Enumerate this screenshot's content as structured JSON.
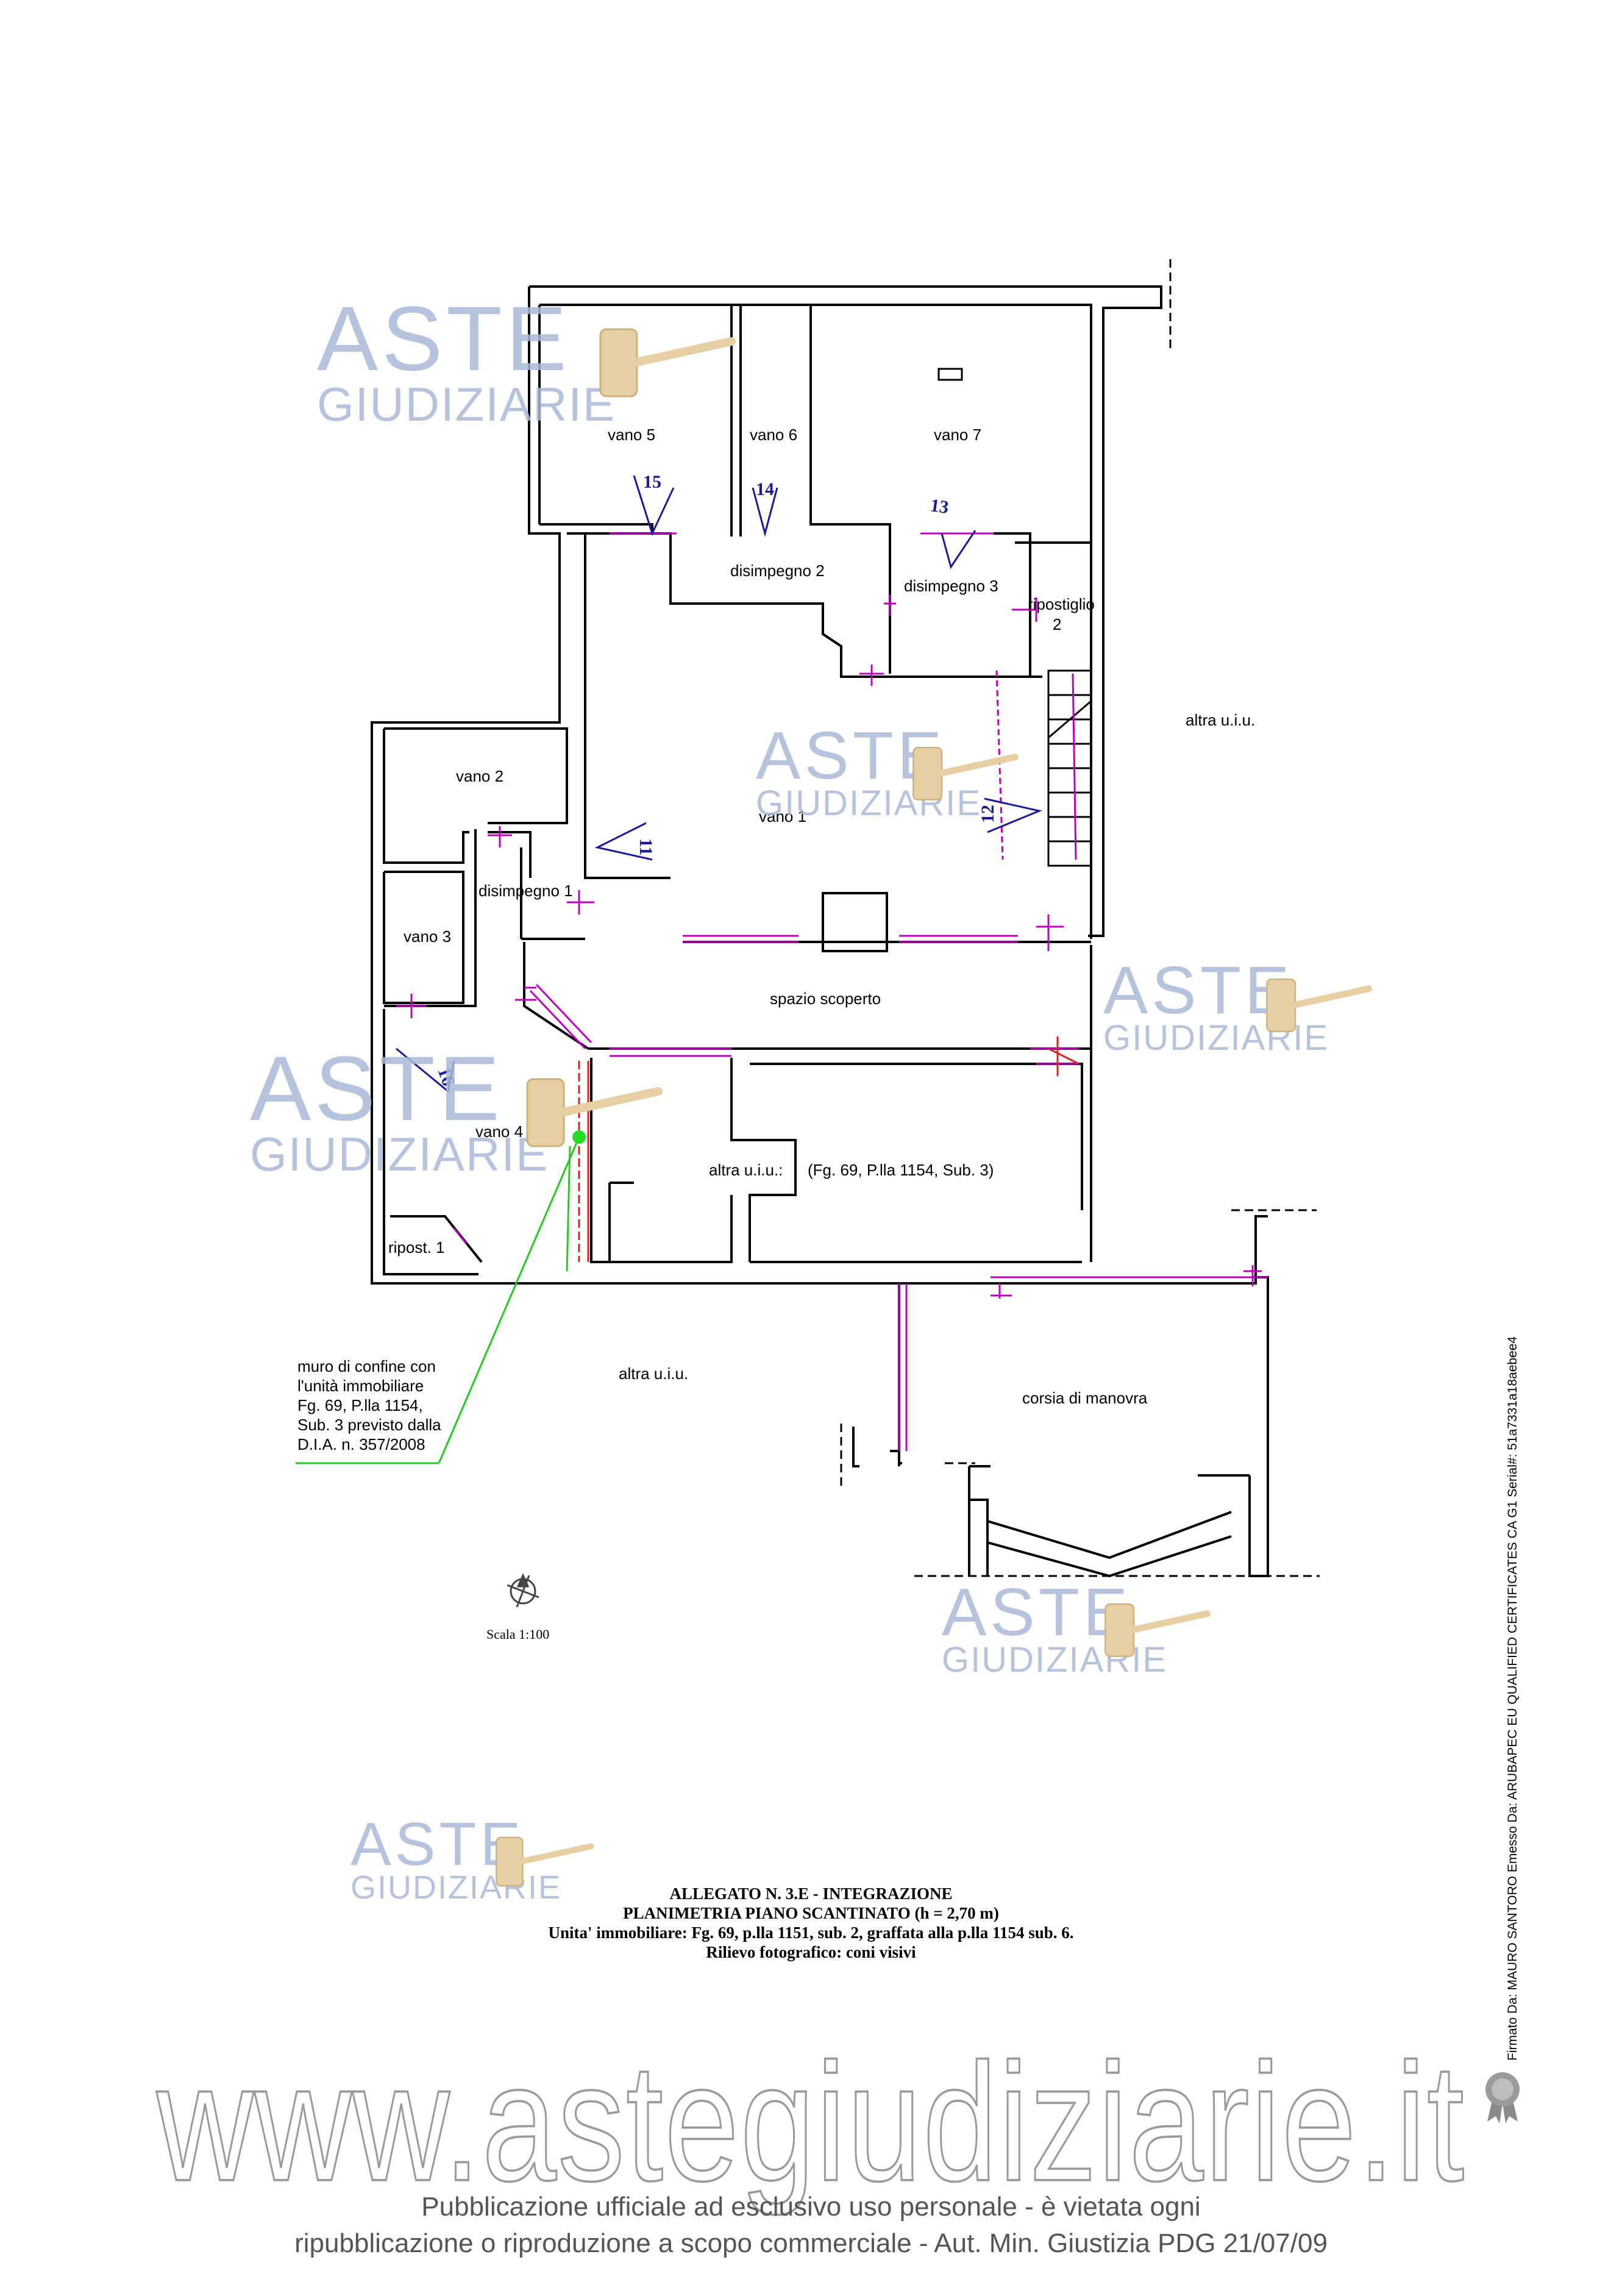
{
  "rooms": {
    "vano5": "vano 5",
    "vano6": "vano 6",
    "vano7": "vano 7",
    "disimpegno2": "disimpegno 2",
    "disimpegno3": "disimpegno 3",
    "ripostiglio2_line1": "ripostiglio",
    "ripostiglio2_line2": "2",
    "altra_uiu_right": "altra u.i.u.",
    "vano2": "vano 2",
    "vano1": "vano 1",
    "disimpegno1": "disimpegno 1",
    "vano3": "vano 3",
    "spazio_scoperto": "spazio scoperto",
    "vano4": "vano 4",
    "altra_uiu_inner": "altra u.i.u.:",
    "fg_sub3": "(Fg. 69, P.lla 1154, Sub. 3)",
    "ripost1": "ripost. 1",
    "altra_uiu_bottom": "altra u.i.u.",
    "corsia": "corsia di manovra"
  },
  "view_cones": [
    "15",
    "14",
    "13",
    "11",
    "12",
    "16"
  ],
  "note": {
    "line1": "muro di confine con",
    "line2": "l'unità immobiliare",
    "line3": "Fg. 69, P.lla 1154,",
    "line4": "Sub. 3 previsto dalla",
    "line5": "D.I.A. n. 357/2008"
  },
  "scale_label": "Scala 1:100",
  "title": {
    "line1": "ALLEGATO N. 3.E - INTEGRAZIONE",
    "line2": "PLANIMETRIA PIANO  SCANTINATO (h = 2,70 m)",
    "line3": "Unita' immobiliare: Fg. 69, p.lla 1151,  sub. 2, graffata alla p.lla 1154 sub. 6.",
    "line4": "Rilievo fotografico: coni visivi"
  },
  "watermark": {
    "line1": "ASTE",
    "line2": "GIUDIZIARIE"
  },
  "site_url": "www.astegiudiziarie.it",
  "disclaimer": {
    "line1": "Pubblicazione ufficiale ad esclusivo uso personale - è vietata ogni",
    "line2": "ripubblicazione o riproduzione a scopo commerciale - Aut. Min. Giustizia PDG 21/07/09"
  },
  "signature": "Firmato Da: MAURO SANTORO Emesso Da: ARUBAPEC EU QUALIFIED CERTIFICATES CA G1 Serial#: 51a7331a18aebee4",
  "colors": {
    "walls": "#000000",
    "windows": "#c000c0",
    "cones": "#1a1a9a",
    "boundary": "#22cc22",
    "wall_red": "#e02020",
    "watermark": "#a9b9d6"
  },
  "icons": [
    "compass-rose-icon",
    "gavel-icon",
    "certificate-seal-icon"
  ]
}
